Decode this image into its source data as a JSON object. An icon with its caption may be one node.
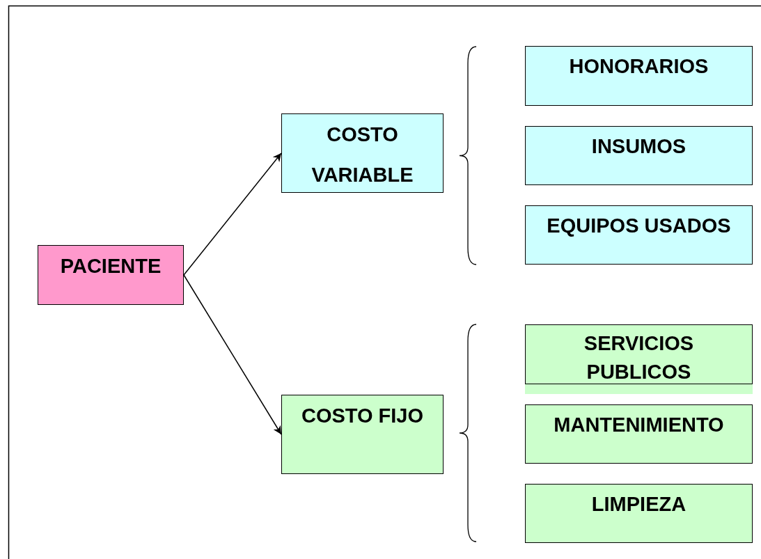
{
  "diagram": {
    "nodes": [
      {
        "text": [
          "PACIENTE"
        ]
      },
      {
        "text": [
          "COSTO VARIABLE"
        ]
      },
      {
        "text": [
          "COSTO FIJO"
        ]
      },
      {
        "text": [
          "HONORARIOS"
        ]
      },
      {
        "text": [
          "INSUMOS"
        ]
      },
      {
        "text": [
          "EQUIPOS USADOS"
        ]
      },
      {
        "text": [
          "SERVICIOS PUBLICOS"
        ]
      },
      {
        "text": [
          "MANTENIMIENTO"
        ]
      },
      {
        "text": [
          "LIMPIEZA"
        ]
      }
    ],
    "edges": [
      {
        "from": 0,
        "to": 1,
        "arrow": "to"
      },
      {
        "from": 0,
        "to": 2,
        "arrow": "to"
      }
    ]
  }
}
